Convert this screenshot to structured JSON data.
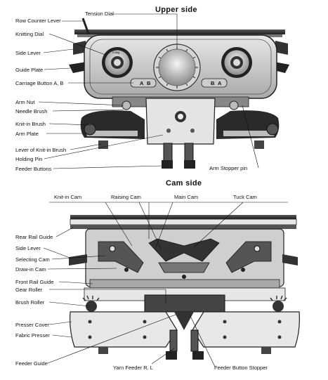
{
  "upper": {
    "title": "Upper side",
    "labels": {
      "row_counter_lever": "Row Counter Lever",
      "tension_dial": "Tension Dial",
      "knitting_dial": "Knitting Dial",
      "side_lever": "Side Lever",
      "guide_plate": "Guide Plate",
      "carriage_button": "Carriage Button A, B",
      "arm_nut": "Arm Nut",
      "needle_brush": "Needle Brush",
      "knit_in_brush": "Knit-in Brush",
      "arm_plate": "Arm Plate",
      "lever_knit_in_brush": "Lever of Knit-in Brush",
      "holding_pin": "Holding Pin",
      "feeder_buttons": "Feeder Buttons",
      "arm_stopper_pin": "Arm Stopper pin"
    },
    "button_letters": [
      "A",
      "B",
      "B",
      "A"
    ]
  },
  "cam": {
    "title": "Cam side",
    "labels": {
      "knit_in_cam": "Knit-in Cam",
      "raising_cam": "Raising Cam",
      "main_cam": "Main Cam",
      "tuck_cam": "Tuck Cam",
      "rear_rail_guide": "Rear Rail Guide",
      "side_lever": "Side Lever",
      "selecting_cam": "Selecting Cam",
      "draw_in_cam": "Draw-in Cam",
      "front_rail_guide": "Front Rail Guide",
      "gear_roller": "Gear Roller",
      "brush_roller": "Brush Roller",
      "presser_cover": "Presser Cover",
      "fabric_presser": "Fabric Presser",
      "feeder_guide": "Feeder Guide",
      "yarn_feeder": "Yarn Feeder R. L",
      "feeder_button_stopper": "Feeder Button Stopper"
    }
  }
}
